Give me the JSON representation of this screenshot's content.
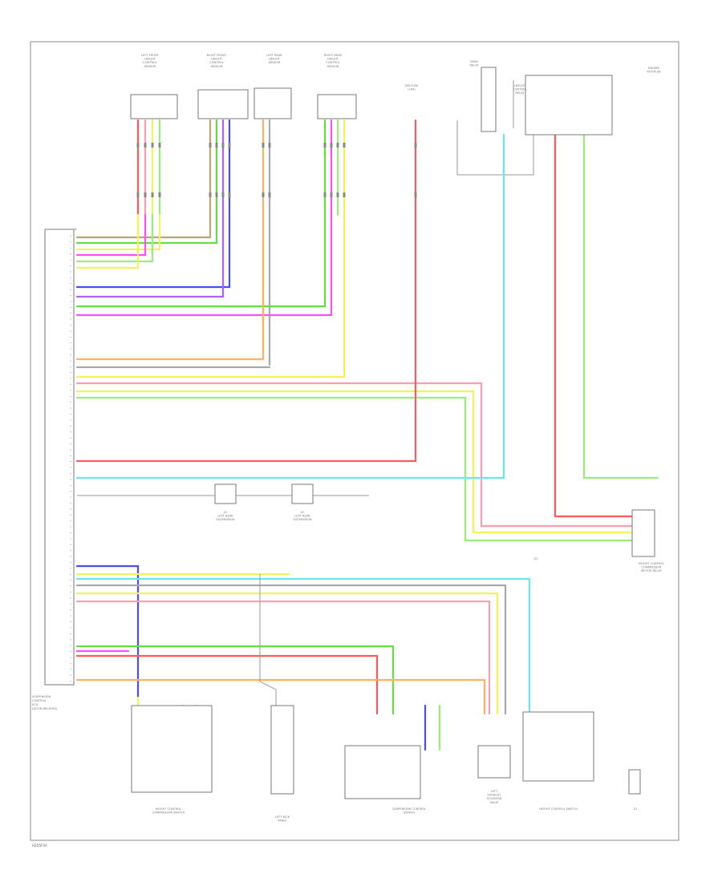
{
  "page": {
    "id_text": "H2D5F0A"
  },
  "ecu": {
    "name_lines": [
      "SUSPENSION",
      "CONTROL",
      "ECU",
      "(DOOR-RELATED)"
    ]
  },
  "top_components": [
    {
      "key": "front-left-height-sensor",
      "lines": [
        "LEFT FRONT",
        "HEIGHT",
        "CONTROL",
        "SENSOR"
      ]
    },
    {
      "key": "front-right-height-sensor",
      "lines": [
        "RIGHT FRONT",
        "HEIGHT",
        "CONTROL",
        "SENSOR"
      ]
    },
    {
      "key": "rear-left-height-sensor",
      "lines": [
        "LEFT REAR",
        "HEIGHT",
        "SENSOR"
      ]
    },
    {
      "key": "rear-right-height-sensor",
      "lines": [
        "RIGHT REAR",
        "HEIGHT",
        "CONTROL",
        "SENSOR"
      ]
    },
    {
      "key": "ign-fuse",
      "lines": [
        "IGN FUSE",
        "(10A)"
      ]
    },
    {
      "key": "main-relay",
      "lines": [
        "MAIN",
        "RELAY"
      ]
    },
    {
      "key": "height-control-relay",
      "lines": [
        "HEIGHT",
        "CONTROL",
        "RELAY"
      ]
    },
    {
      "key": "engine-room-jb",
      "lines": [
        "ENGINE",
        "ROOM J/B"
      ]
    }
  ],
  "bottom_components": [
    {
      "key": "front-compressor-switch",
      "lines": [
        "HEIGHT CONTROL",
        "COMPRESSOR SWITCH"
      ]
    },
    {
      "key": "rear-fuse-block",
      "lines": [
        "LEFT KICK",
        "PANEL"
      ]
    },
    {
      "key": "suspension-control-switch",
      "lines": [
        "SUSPENSION CONTROL",
        "SWITCH"
      ]
    },
    {
      "key": "exhaust-solenoid",
      "lines": [
        "LEFT",
        "EXHAUST",
        "SOLENOID",
        "VALVE"
      ]
    },
    {
      "key": "height-control-switch",
      "lines": [
        "HEIGHT CONTROL SWITCH"
      ]
    },
    {
      "key": "ground",
      "lines": [
        "G1"
      ]
    }
  ],
  "right_side": {
    "label_lines": [
      "HEIGHT CONTROL",
      "COMPRESSOR",
      "MOTOR RELAY"
    ],
    "ground_label": [
      "G2"
    ]
  },
  "mid_splices": [
    {
      "key": "splice-1",
      "lines": [
        "J/C",
        "LEFT REAR",
        "SUSPENSION"
      ]
    },
    {
      "key": "splice-2",
      "lines": [
        "J/C",
        "LEFT REAR",
        "SUSPENSION"
      ]
    }
  ],
  "wire_colors": {
    "red": "#ff5a5a",
    "pink": "#ff9db0",
    "magenta": "#ff4dff",
    "green": "#66dd44",
    "lightgreen": "#99ee77",
    "yellow": "#f2f25a",
    "blue": "#4b4bff",
    "cyan": "#66e6ee",
    "orange": "#ffb060",
    "brown": "#c8a070",
    "violet": "#b060ff",
    "gray": "#a8a8a8"
  }
}
